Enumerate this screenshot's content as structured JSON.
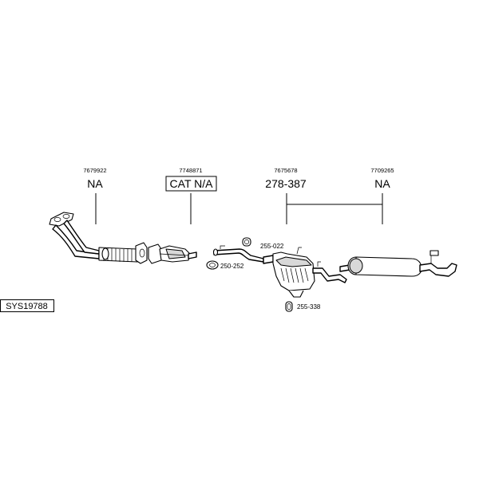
{
  "diagram": {
    "system_id": "SYS19788",
    "columns": [
      {
        "oem": "7679922",
        "part": "NA"
      },
      {
        "oem": "7748871",
        "part": "CAT N/A"
      },
      {
        "oem": "7675678",
        "part": "278-387"
      },
      {
        "oem": "7709265",
        "part": "NA"
      }
    ],
    "fittings": [
      {
        "label": "255-022"
      },
      {
        "label": "250-252"
      },
      {
        "label": "255-338"
      }
    ]
  }
}
